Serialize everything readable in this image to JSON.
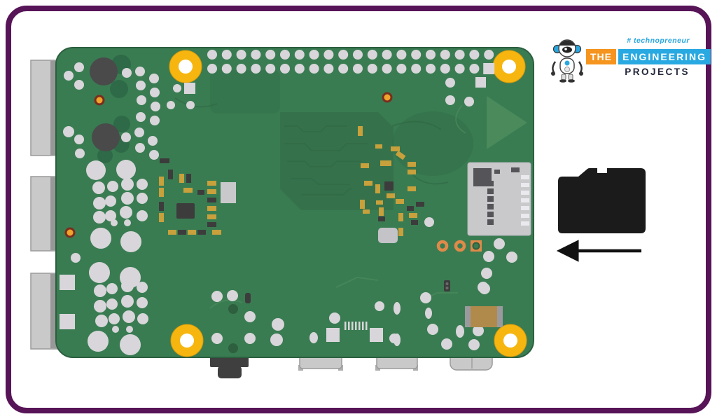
{
  "frame": {
    "border_color": "#571457",
    "background": "#ffffff"
  },
  "logo": {
    "tagline": "# technopreneur",
    "word_the": "THE",
    "word_engineering": "ENGINEERING",
    "word_projects": "PROJECTS",
    "robot_icon": "robot-mascot-icon",
    "colors": {
      "orange": "#f5941e",
      "blue": "#29a9e1",
      "dark": "#23273a",
      "tagline_blue": "#2aa7df"
    }
  },
  "diagram": {
    "subject": "raspberry-pi-board-bottom-view",
    "sd_card_icon": "microsd-card",
    "arrow_icon": "arrow-left",
    "colors": {
      "pcb_green": "#3a7c52",
      "pcb_dark_green": "#2f6845",
      "pcb_light_green": "#4c8c5c",
      "pad_gray": "#d8d6da",
      "hole_yellow": "#f6b60f",
      "connector_gray": "#c9c9c9",
      "connector_shadow": "#8f8f8f",
      "slot_gray": "#c9c9cc",
      "sd_black": "#1b1b1b",
      "via_orange": "#f0a42c",
      "via_ring": "#7a2e1d",
      "smd_dark": "#3c3c3c",
      "smd_gold": "#c8a03c",
      "cap_tan": "#b08a4a",
      "test_pad_orange": "#e08a4a"
    }
  }
}
